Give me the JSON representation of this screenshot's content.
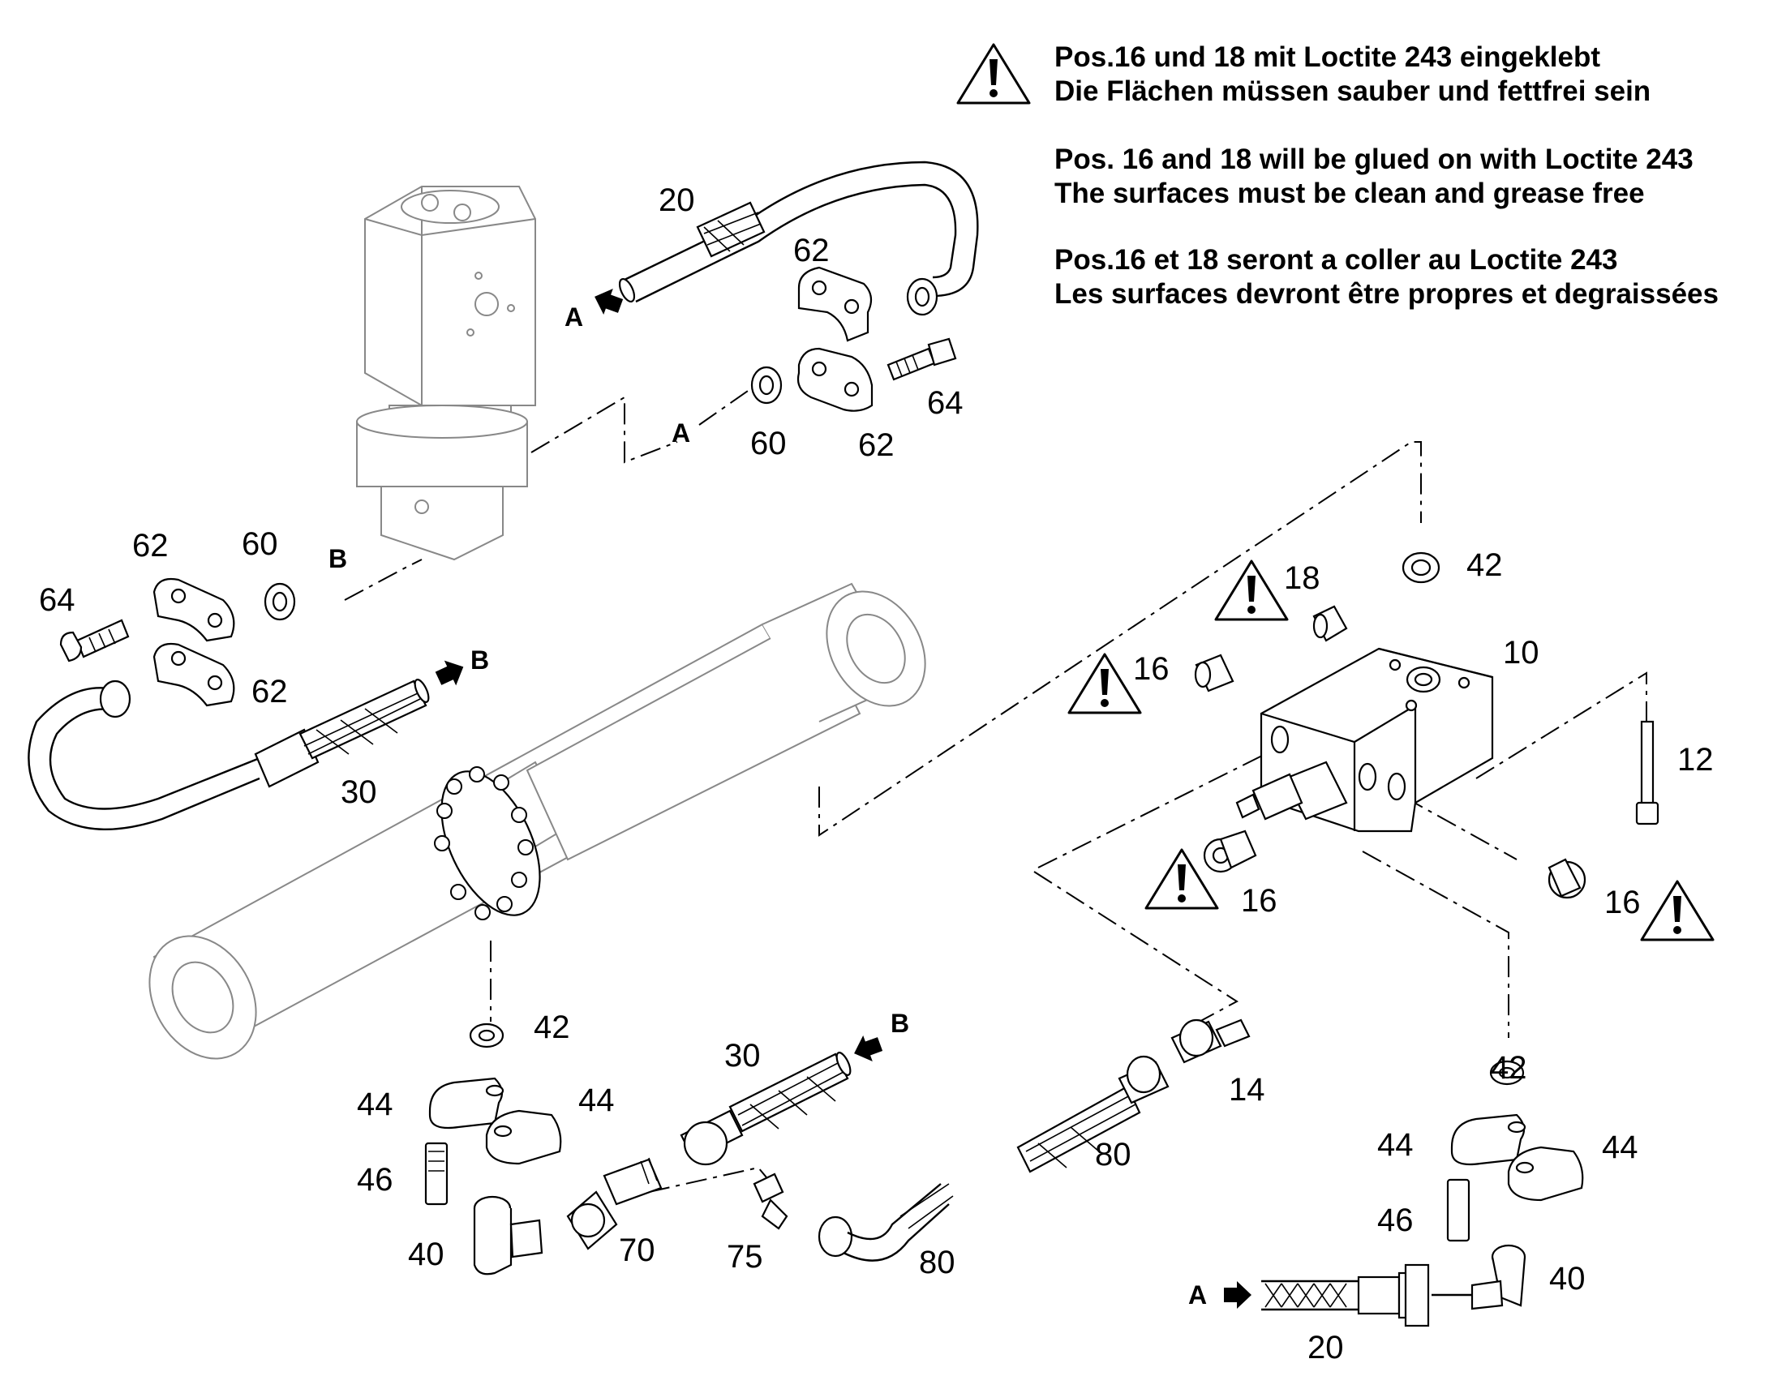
{
  "notes": {
    "de_line1": "Pos.16 und 18 mit Loctite 243 eingeklebt",
    "de_line2": "Die Flächen müssen sauber und fettfrei sein",
    "en_line1": "Pos. 16 and 18 will be glued on with Loctite 243",
    "en_line2": "The surfaces must be clean and grease free",
    "fr_line1": "Pos.16 et 18 seront a coller au Loctite 243",
    "fr_line2": "Les surfaces devront être propres et degraissées"
  },
  "labels": {
    "p20_top": "20",
    "p62_top1": "62",
    "p62_top2": "62",
    "p64_top": "64",
    "p60_top": "60",
    "p62_left1": "62",
    "p60_left": "60",
    "p64_left": "64",
    "p62_left2": "62",
    "p30_left": "30",
    "p18": "18",
    "p42_top": "42",
    "p10": "10",
    "p16_a": "16",
    "p12": "12",
    "p16_b": "16",
    "p16_c": "16",
    "p42_lower_left": "42",
    "p44_ll1": "44",
    "p44_ll2": "44",
    "p46_left": "46",
    "p40_left": "40",
    "p30_mid": "30",
    "p70": "70",
    "p75": "75",
    "p80_a": "80",
    "p80_b": "80",
    "p14": "14",
    "p42_lower_right": "42",
    "p44_lr1": "44",
    "p44_lr2": "44",
    "p46_right": "46",
    "p40_right": "40",
    "p20_bottom": "20"
  },
  "connectors": {
    "a_top_arrow": "A",
    "a_top_dash": "A",
    "b_left_dash": "B",
    "b_left_arrow": "B",
    "b_mid_arrow": "B",
    "a_bottom_arrow": "A"
  }
}
